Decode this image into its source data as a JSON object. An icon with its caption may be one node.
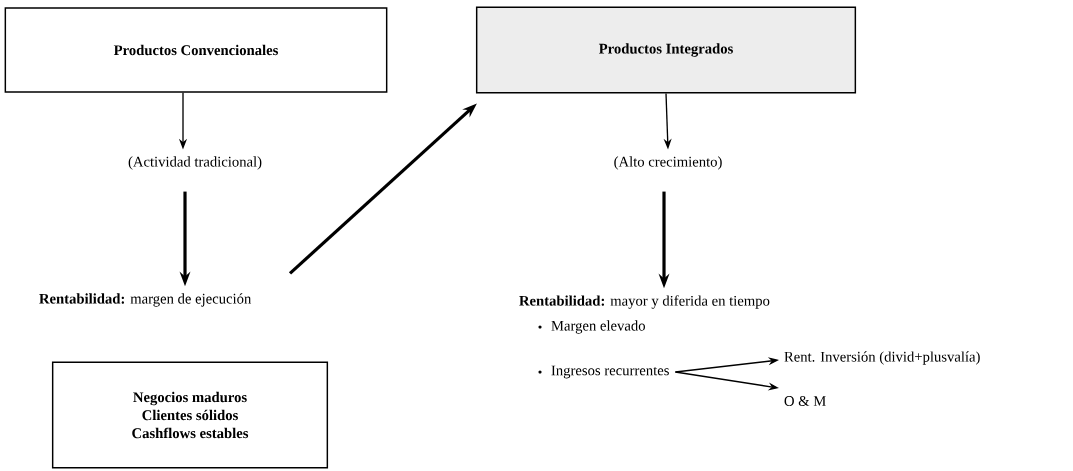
{
  "diagram": {
    "nodes": [
      {
        "text": [
          "Productos Convencionales"
        ]
      },
      {
        "text": [
          "Productos Integrados"
        ]
      },
      {
        "text": [
          "(Actividad tradicional)"
        ]
      },
      {
        "text": [
          "**Rentabilidad:** margen de ejecución"
        ]
      },
      {
        "text": [
          "Negocios maduros",
          "Clientes sólidos",
          "Cashflows estables"
        ]
      },
      {
        "text": [
          "(Alto crecimiento)"
        ]
      },
      {
        "text": [
          "**Rentabilidad:** mayor y diferida en tiempo"
        ]
      },
      {
        "text": [
          "Ingresos recurrentes"
        ]
      },
      {
        "text": [
          "Rent. Inversión (divid+plusvalía)"
        ]
      },
      {
        "text": [
          "O & M"
        ]
      }
    ],
    "edges": [
      {
        "from": 0,
        "to": 2,
        "arrow": "to"
      },
      {
        "from": 2,
        "to": 3,
        "arrow": "to",
        "style": "thick"
      },
      {
        "from": 3,
        "to": 1,
        "arrow": "to",
        "style": "thick"
      },
      {
        "from": 1,
        "to": 5,
        "arrow": "to"
      },
      {
        "from": 5,
        "to": 6,
        "arrow": "to",
        "style": "thick"
      },
      {
        "from": 7,
        "to": 8,
        "arrow": "to"
      },
      {
        "from": 7,
        "to": 9,
        "arrow": "to"
      }
    ],
    "labels": [
      "Margen elevado"
    ]
  }
}
